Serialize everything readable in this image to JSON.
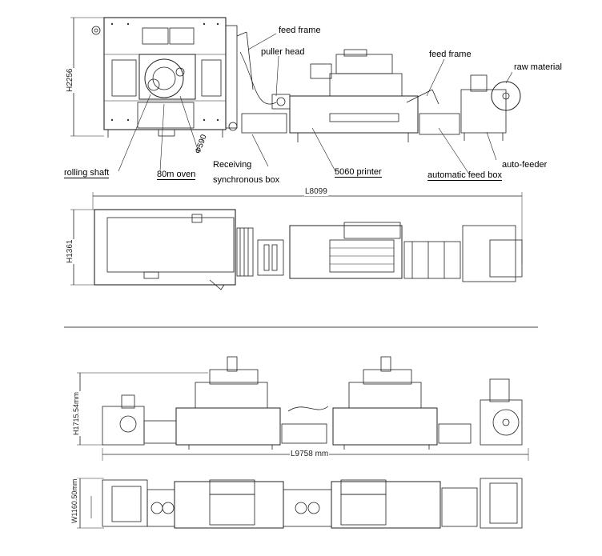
{
  "labels": {
    "feed_frame_left": "feed frame",
    "puller_head": "puller head",
    "feed_frame_right": "feed frame",
    "raw_material": "raw material",
    "receiving": "Receiving",
    "synchronous_box": "synchronous box",
    "printer": "5060 printer",
    "automatic_feed_box": "automatic feed box",
    "auto_feeder": "auto-feeder",
    "rolling_shaft": "rolling shaft",
    "oven": "80m oven",
    "diameter": "Φ590"
  },
  "dimensions": {
    "top_height": "H2256",
    "top_length": "L8099",
    "mid_height": "H1361",
    "bottom_height": "H1715.54mm",
    "bottom_length": "L9758 mm",
    "bottom_width": "W1160.50mm"
  }
}
